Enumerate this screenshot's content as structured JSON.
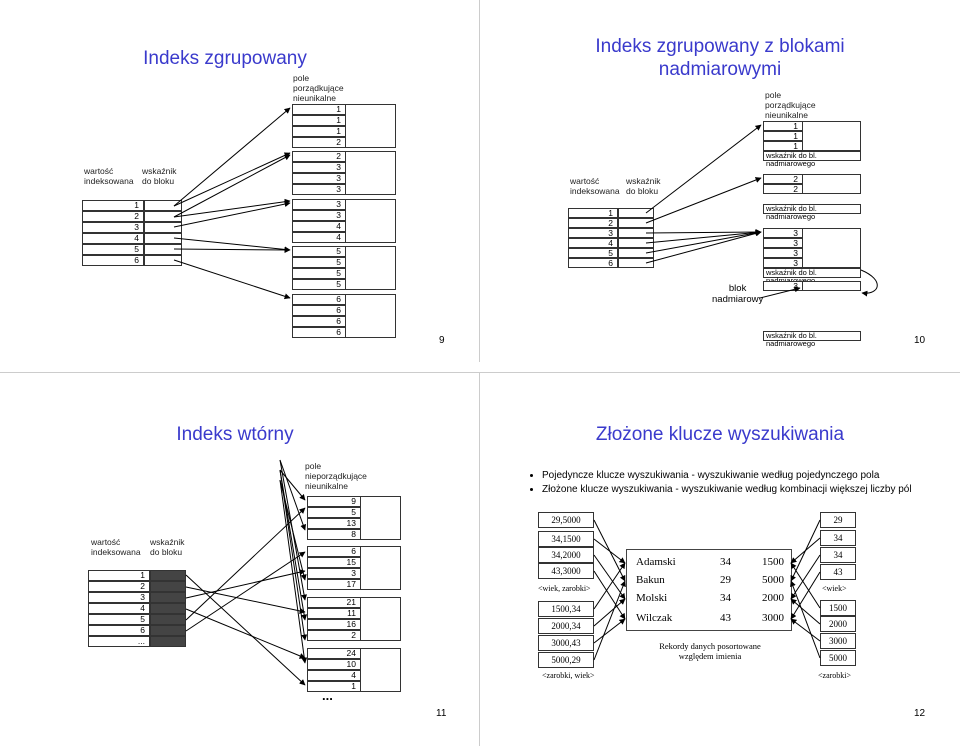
{
  "slides": {
    "s9": {
      "title": "Indeks zgrupowany",
      "page": "9",
      "field_label": [
        "pole",
        "porządkujące",
        "nieunikalne"
      ],
      "idx_labels": {
        "value": [
          "wartość",
          "indeksowana"
        ],
        "ptr": [
          "wskaźnik",
          "do bloku"
        ]
      },
      "index_values": [
        "1",
        "2",
        "3",
        "4",
        "5",
        "6"
      ],
      "blocks": [
        [
          "1",
          "1",
          "1",
          "2"
        ],
        [
          "2",
          "3",
          "3",
          "3"
        ],
        [
          "3",
          "3",
          "4",
          "4"
        ],
        [
          "5",
          "5",
          "5",
          "5"
        ],
        [
          "6",
          "6",
          "6",
          "6"
        ]
      ]
    },
    "s10": {
      "title": "Indeks zgrupowany z blokami nadmiarowymi",
      "page": "10",
      "field_label": [
        "pole",
        "porządkujące",
        "nieunikalne"
      ],
      "idx_labels": {
        "value": [
          "wartość",
          "indeksowana"
        ],
        "ptr": [
          "wskaźnik",
          "do bloku"
        ]
      },
      "index_values": [
        "1",
        "2",
        "3",
        "4",
        "5",
        "6"
      ],
      "overflow_ptr": "wskaźnik do bl. nadmiarowego",
      "overflow_label": [
        "blok",
        "nadmiarowy"
      ],
      "blocks": [
        [
          "1",
          "1",
          "1"
        ],
        [
          "2",
          "2"
        ],
        [
          "3",
          "3",
          "3",
          "3"
        ],
        [
          "3"
        ]
      ]
    },
    "s11": {
      "title": "Indeks wtórny",
      "page": "11",
      "field_label": [
        "pole",
        "nieporządkujące",
        "nieunikalne"
      ],
      "idx_labels": {
        "value": [
          "wartość",
          "indeksowana"
        ],
        "ptr": [
          "wskaźnik",
          "do bloku"
        ]
      },
      "index_values": [
        "1",
        "2",
        "3",
        "4",
        "5",
        "6",
        "..."
      ],
      "blocks": [
        [
          "9",
          "5",
          "13",
          "8"
        ],
        [
          "6",
          "15",
          "3",
          "17"
        ],
        [
          "21",
          "11",
          "16",
          "2"
        ],
        [
          "24",
          "10",
          "4",
          "1"
        ]
      ],
      "dots": "..."
    },
    "s12": {
      "title": "Złożone klucze wyszukiwania",
      "page": "12",
      "bullets": [
        "Pojedyncze klucze wyszukiwania - wyszukiwanie według pojedynczego pola",
        "Złożone klucze wyszukiwania - wyszukiwanie według kombinacji większej liczby pól"
      ],
      "left_keys": [
        "29,5000",
        "34,1500",
        "34,2000",
        "43,3000",
        "1500,34",
        "2000,34",
        "3000,43",
        "5000,29"
      ],
      "left_labels": [
        "<wiek, zarobki>",
        "<zarobki, wiek>"
      ],
      "right_keys": [
        "29",
        "34",
        "34",
        "43",
        "1500",
        "2000",
        "3000",
        "5000"
      ],
      "right_labels": [
        "<wiek>",
        "<zarobki>"
      ],
      "records": [
        [
          "Adamski",
          "34",
          "1500"
        ],
        [
          "Bakun",
          "29",
          "5000"
        ],
        [
          "Molski",
          "34",
          "2000"
        ],
        [
          "Wilczak",
          "43",
          "3000"
        ]
      ],
      "caption": [
        "Rekordy danych posortowane",
        "względem imienia"
      ]
    }
  }
}
